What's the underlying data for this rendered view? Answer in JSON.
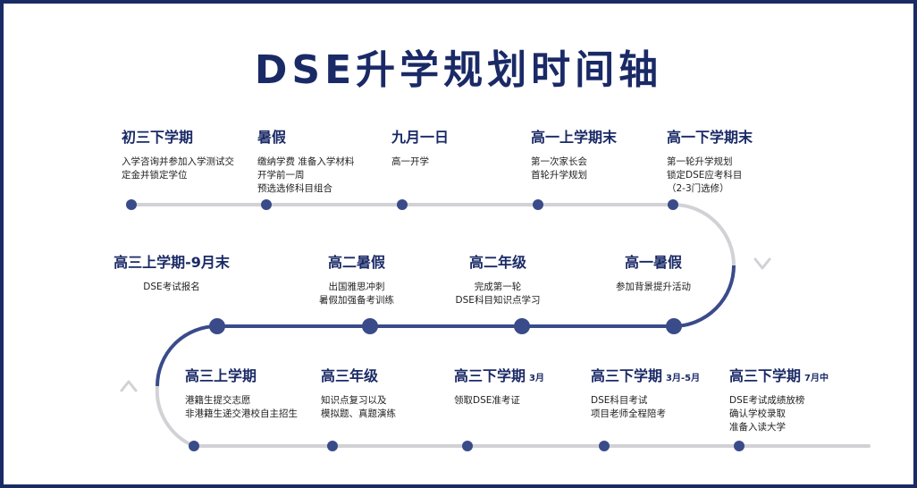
{
  "title": "DSE升学规划时间轴",
  "colors": {
    "border": "#1a2a66",
    "title": "#1a2a66",
    "track": "#d2d2d6",
    "track_highlight": "#3a4b8a",
    "dot": "#3a4b8a"
  },
  "icons": {
    "turn_arrows": "chevron-down-icon"
  },
  "rows": [
    {
      "stages": [
        {
          "title": "初三下学期",
          "sub": "",
          "lines": [
            "入学咨询并参加入学测试交",
            "定金并锁定学位"
          ]
        },
        {
          "title": "暑假",
          "sub": "",
          "lines": [
            "缴纳学费 准备入学材料",
            "开学前一周",
            "预选选修科目组合"
          ]
        },
        {
          "title": "九月一日",
          "sub": "",
          "lines": [
            "高一开学"
          ]
        },
        {
          "title": "高一上学期末",
          "sub": "",
          "lines": [
            "第一次家长会",
            "首轮升学规划"
          ]
        },
        {
          "title": "高一下学期末",
          "sub": "",
          "lines": [
            "第一轮升学规划",
            "锁定DSE应考科目",
            "（2-3门选修）"
          ]
        }
      ]
    },
    {
      "stages": [
        {
          "title": "高三上学期-9月末",
          "sub": "",
          "lines": [
            "DSE考试报名"
          ]
        },
        {
          "title": "高二暑假",
          "sub": "",
          "lines": [
            "出国雅思冲刺",
            "暑假加强备考训练"
          ]
        },
        {
          "title": "高二年级",
          "sub": "",
          "lines": [
            "完成第一轮",
            "DSE科目知识点学习"
          ]
        },
        {
          "title": "高一暑假",
          "sub": "",
          "lines": [
            "参加背景提升活动"
          ]
        }
      ]
    },
    {
      "stages": [
        {
          "title": "高三上学期",
          "sub": "",
          "lines": [
            "港籍生提交志愿",
            "非港籍生递交港校自主招生"
          ]
        },
        {
          "title": "高三年级",
          "sub": "",
          "lines": [
            "知识点复习以及",
            "模拟题、真题演练"
          ]
        },
        {
          "title": "高三下学期",
          "sub": "3月",
          "lines": [
            "领取DSE准考证"
          ]
        },
        {
          "title": "高三下学期",
          "sub": "3月-5月",
          "lines": [
            "DSE科目考试",
            "项目老师全程陪考"
          ]
        },
        {
          "title": "高三下学期",
          "sub": "7月中",
          "lines": [
            "DSE考试成绩放榜",
            "确认学校录取",
            "准备入读大学"
          ]
        }
      ]
    }
  ]
}
